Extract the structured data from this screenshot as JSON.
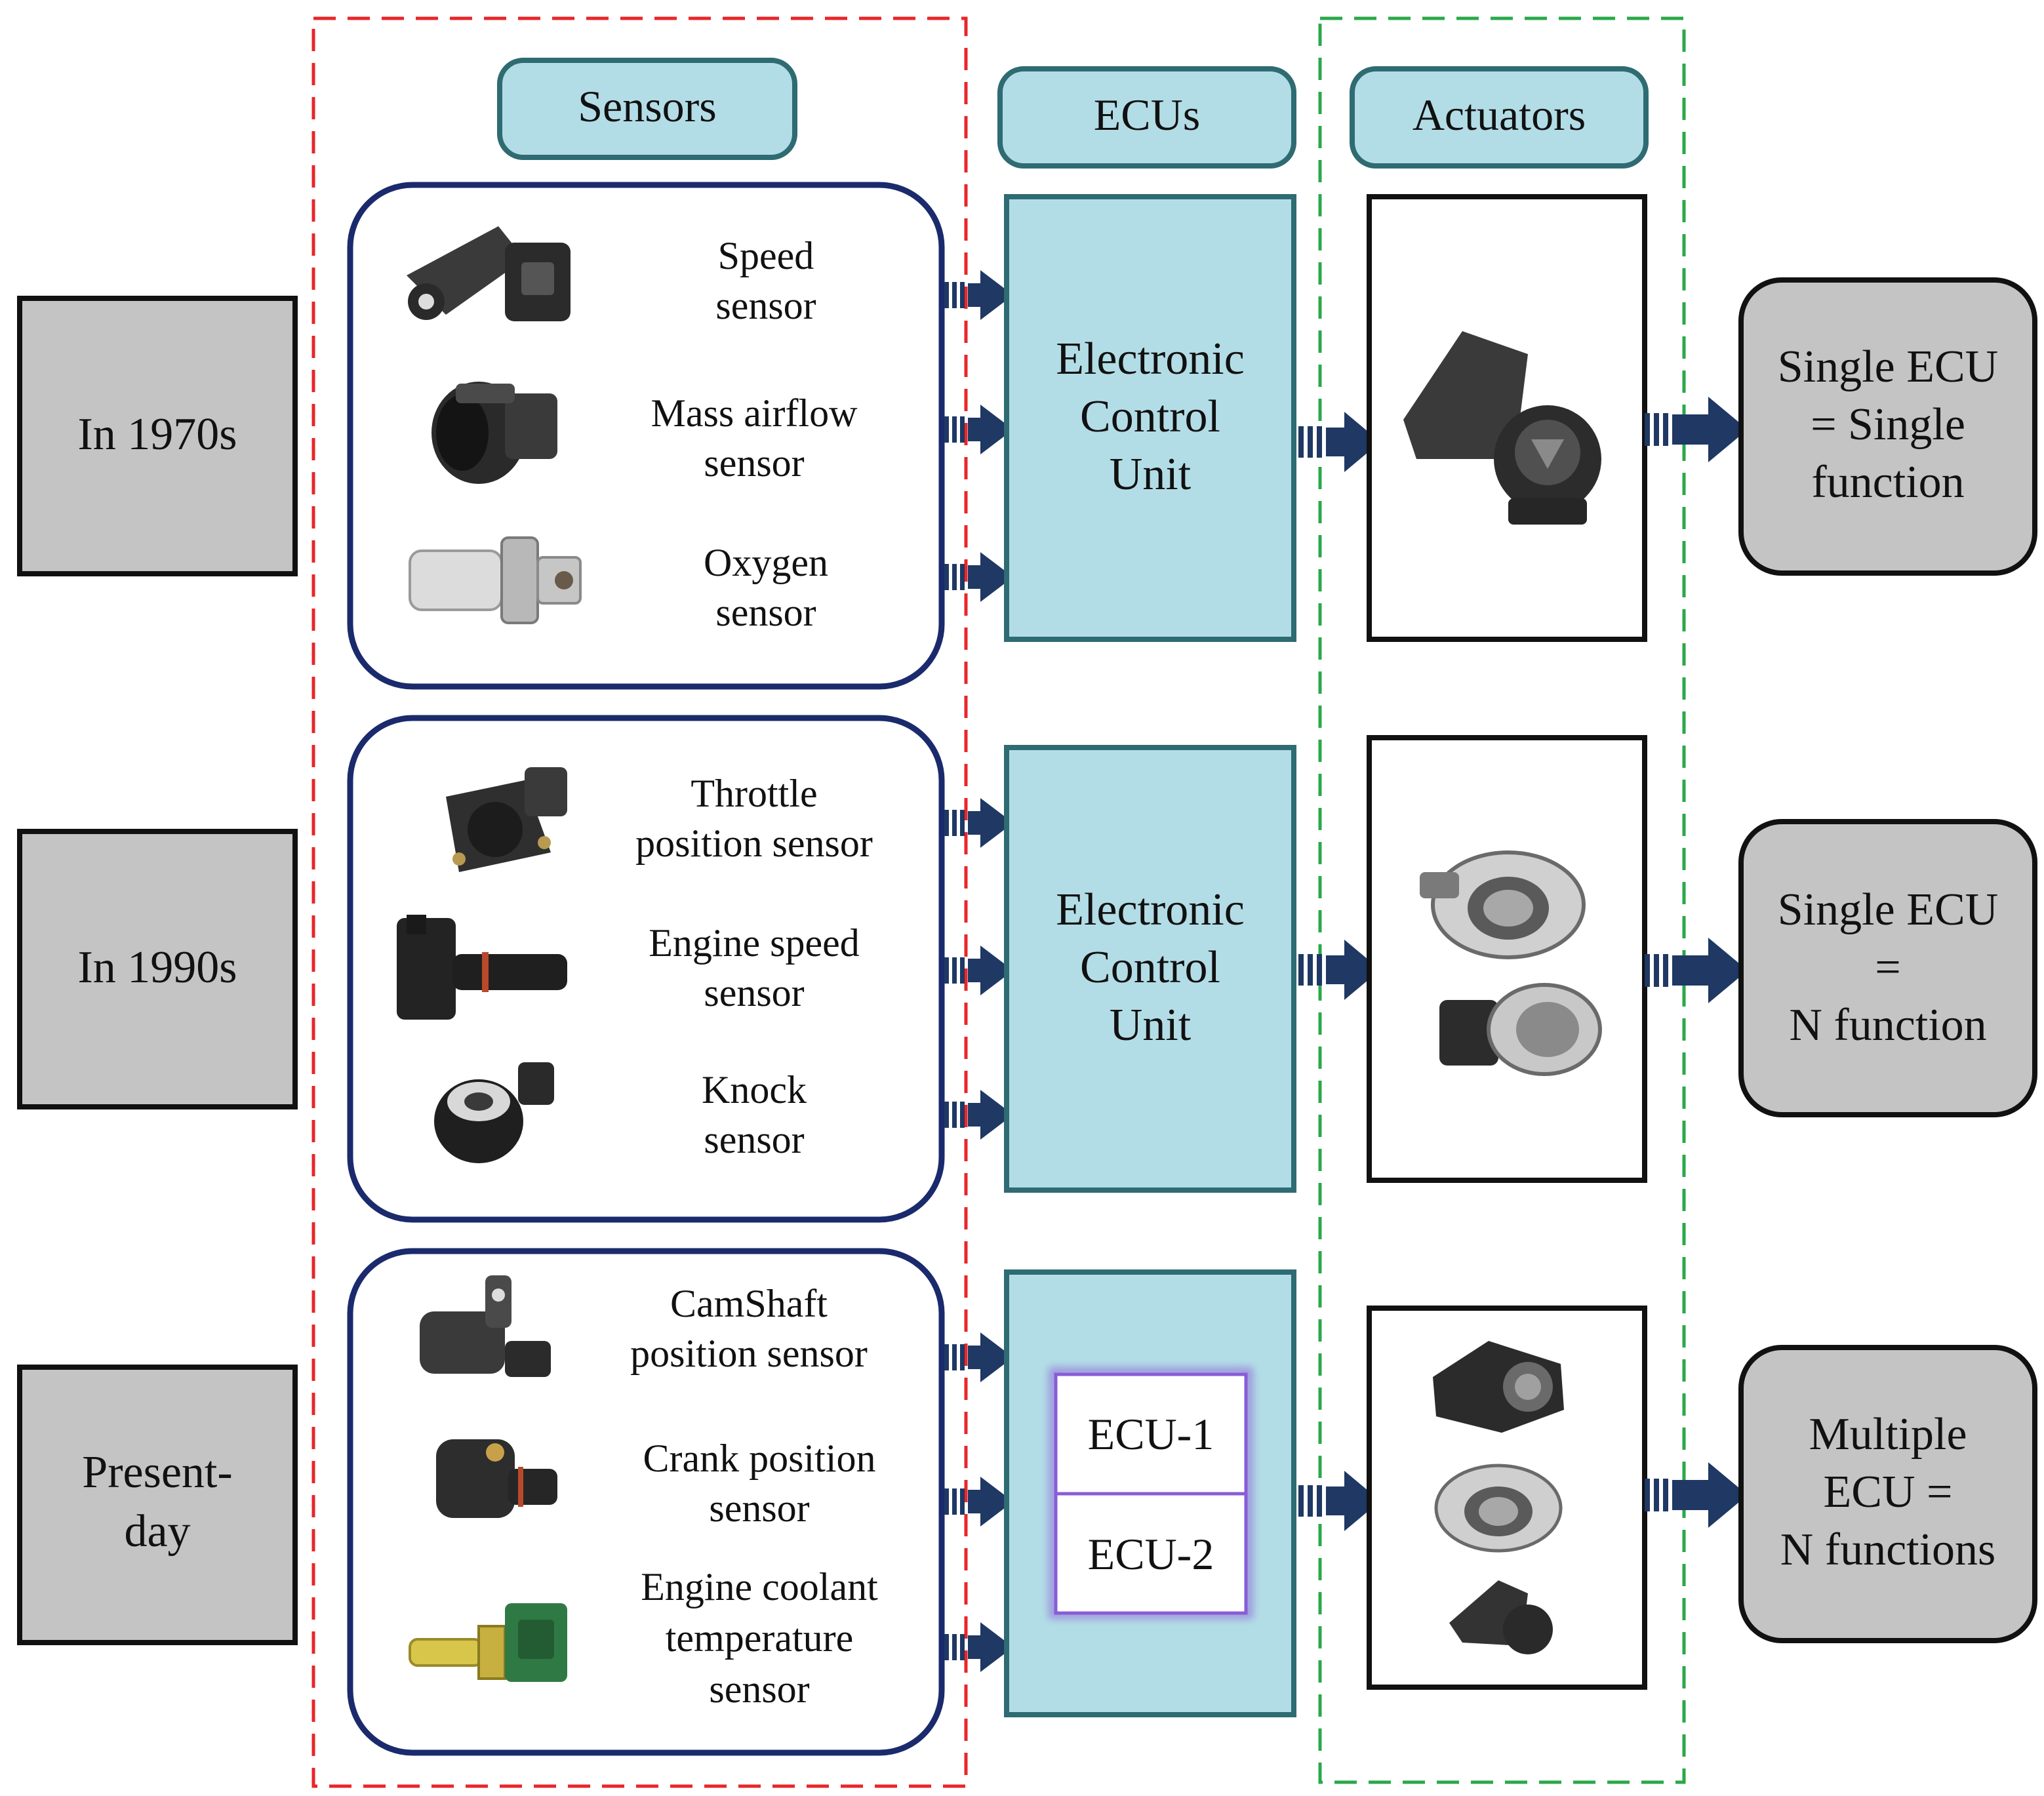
{
  "headers": {
    "sensors": "Sensors",
    "ecus": "ECUs",
    "actuators": "Actuators"
  },
  "rows": [
    {
      "era": "In 1970s",
      "sensors": [
        {
          "line1": "Speed",
          "line2": "sensor",
          "icon": "speed-sensor-icon"
        },
        {
          "line1": "Mass airflow",
          "line2": "sensor",
          "icon": "mass-airflow-sensor-icon"
        },
        {
          "line1": "Oxygen",
          "line2": "sensor",
          "icon": "oxygen-sensor-icon"
        }
      ],
      "ecu": {
        "line1": "Electronic",
        "line2": "Control",
        "line3": "Unit"
      },
      "result": {
        "line1": "Single ECU",
        "line2": "= Single",
        "line3": "function"
      }
    },
    {
      "era": "In 1990s",
      "sensors": [
        {
          "line1": "Throttle",
          "line2": "position sensor",
          "icon": "throttle-position-sensor-icon"
        },
        {
          "line1": "Engine speed",
          "line2": "sensor",
          "icon": "engine-speed-sensor-icon"
        },
        {
          "line1": "Knock",
          "line2": "sensor",
          "icon": "knock-sensor-icon"
        }
      ],
      "ecu": {
        "line1": "Electronic",
        "line2": "Control",
        "line3": "Unit"
      },
      "result": {
        "line1": "Single ECU",
        "line2": "=",
        "line3": "N function"
      }
    },
    {
      "era_line1": "Present-",
      "era_line2": "day",
      "sensors": [
        {
          "line1": "CamShaft",
          "line2": "position sensor",
          "icon": "camshaft-position-sensor-icon"
        },
        {
          "line1": "Crank position",
          "line2": "sensor",
          "icon": "crank-position-sensor-icon"
        },
        {
          "line1": "Engine coolant",
          "line2": "temperature",
          "line3": "sensor",
          "icon": "coolant-temperature-sensor-icon"
        }
      ],
      "ecus": [
        "ECU-1",
        "ECU-2"
      ],
      "result": {
        "line1": "Multiple",
        "line2": "ECU =",
        "line3": "N functions"
      }
    }
  ],
  "colors": {
    "header_fill": "#b3dde6",
    "header_border": "#2e6b72",
    "ecu_fill": "#b3dde6",
    "ecu_border": "#2e6b72",
    "era_fill": "#c4c4c4",
    "sensor_group_border": "#1a2a6c",
    "arrow": "#1f3864",
    "sensors_region_border": "#e8262a",
    "actuators_region_border": "#2aa84a",
    "inner_ecu_border": "#8a5cd6"
  }
}
